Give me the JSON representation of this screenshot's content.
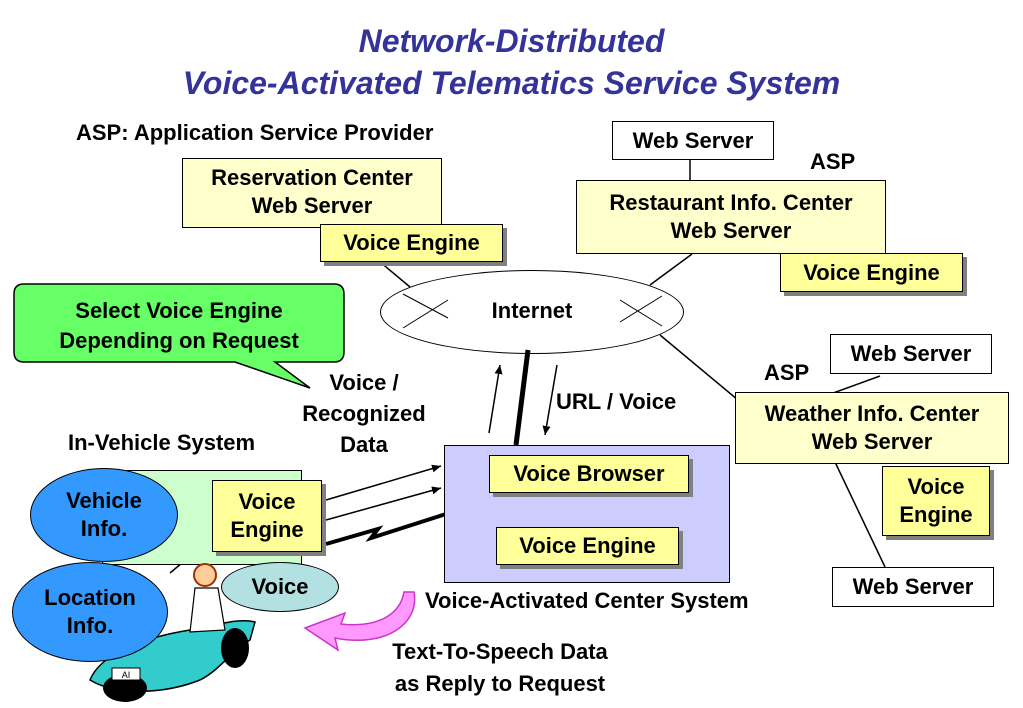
{
  "title": {
    "line1": "Network-Distributed",
    "line2": "Voice-Activated Telematics Service System"
  },
  "asp_note": "ASP: Application Service Provider",
  "reservation_center": {
    "line1": "Reservation Center",
    "line2": "Web Server"
  },
  "restaurant_center": {
    "line1": "Restaurant Info. Center",
    "line2": "Web Server"
  },
  "weather_center": {
    "line1": "Weather Info. Center",
    "line2": "Web Server"
  },
  "voice_engine": "Voice Engine",
  "voice_engine_split": {
    "line1": "Voice",
    "line2": "Engine"
  },
  "web_server": "Web Server",
  "asp": "ASP",
  "internet": "Internet",
  "callout": {
    "line1": "Select Voice Engine",
    "line2": "Depending on Request"
  },
  "voice_recognized": {
    "line1": "Voice /",
    "line2": "Recognized",
    "line3": "Data"
  },
  "url_voice": "URL / Voice",
  "in_vehicle": "In-Vehicle System",
  "vehicle_info": {
    "line1": "Vehicle",
    "line2": "Info."
  },
  "location_info": {
    "line1": "Location",
    "line2": "Info."
  },
  "voice": "Voice",
  "voice_browser": "Voice Browser",
  "center_system": "Voice-Activated Center System",
  "tts": {
    "line1": "Text-To-Speech Data",
    "line2": "as Reply to Request"
  },
  "car_plate": "AI"
}
